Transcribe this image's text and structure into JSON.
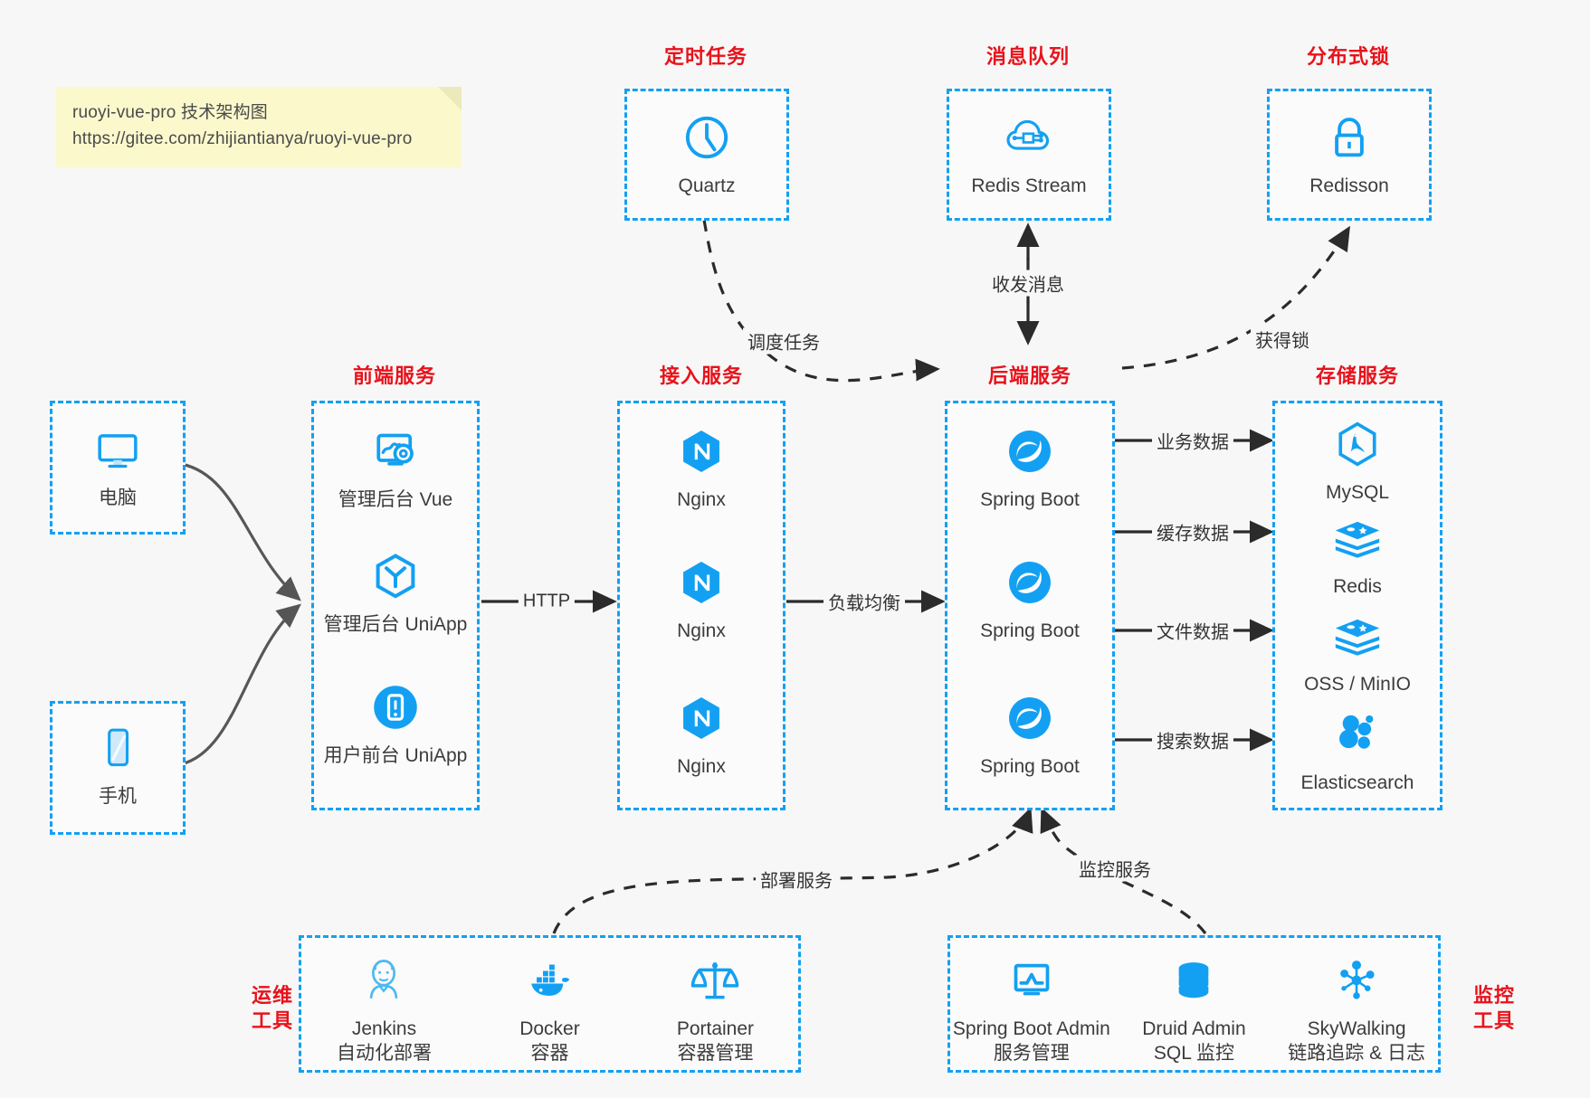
{
  "note": {
    "line1": "ruoyi-vue-pro 技术架构图",
    "line2": "https://gitee.com/zhijiantianya/ruoyi-vue-pro"
  },
  "groups": {
    "scheduler": "定时任务",
    "mq": "消息队列",
    "lock": "分布式锁",
    "frontend": "前端服务",
    "gateway": "接入服务",
    "backend": "后端服务",
    "storage": "存储服务",
    "devops_line1": "运维",
    "devops_line2": "工具",
    "monitor_line1": "监控",
    "monitor_line2": "工具"
  },
  "clients": [
    {
      "icon": "desktop-icon",
      "label": "电脑"
    },
    {
      "icon": "mobile-icon",
      "label": "手机"
    }
  ],
  "scheduler_nodes": [
    {
      "icon": "clock-icon",
      "label": "Quartz"
    }
  ],
  "mq_nodes": [
    {
      "icon": "cloud-stream-icon",
      "label": "Redis Stream"
    }
  ],
  "lock_nodes": [
    {
      "icon": "lock-icon",
      "label": "Redisson"
    }
  ],
  "frontend_nodes": [
    {
      "icon": "dashboard-gear-icon",
      "label": "管理后台 Vue"
    },
    {
      "icon": "uniapp-hexagon-icon",
      "label": "管理后台 UniApp"
    },
    {
      "icon": "phone-app-icon",
      "label": "用户前台 UniApp"
    }
  ],
  "gateway_nodes": [
    {
      "icon": "nginx-icon",
      "label": "Nginx"
    },
    {
      "icon": "nginx-icon",
      "label": "Nginx"
    },
    {
      "icon": "nginx-icon",
      "label": "Nginx"
    }
  ],
  "backend_nodes": [
    {
      "icon": "spring-boot-icon",
      "label": "Spring Boot"
    },
    {
      "icon": "spring-boot-icon",
      "label": "Spring Boot"
    },
    {
      "icon": "spring-boot-icon",
      "label": "Spring Boot"
    }
  ],
  "storage_nodes": [
    {
      "icon": "mysql-icon",
      "label": "MySQL"
    },
    {
      "icon": "redis-icon",
      "label": "Redis"
    },
    {
      "icon": "oss-minio-icon",
      "label": "OSS / MinIO"
    },
    {
      "icon": "elasticsearch-icon",
      "label": "Elasticsearch"
    }
  ],
  "devops_nodes": [
    {
      "icon": "jenkins-icon",
      "label": "Jenkins",
      "sub": "自动化部署"
    },
    {
      "icon": "docker-icon",
      "label": "Docker",
      "sub": "容器"
    },
    {
      "icon": "portainer-icon",
      "label": "Portainer",
      "sub": "容器管理"
    }
  ],
  "monitor_nodes": [
    {
      "icon": "spring-boot-admin-icon",
      "label": "Spring Boot Admin",
      "sub": "服务管理"
    },
    {
      "icon": "druid-db-icon",
      "label": "Druid Admin",
      "sub": "SQL 监控"
    },
    {
      "icon": "skywalking-icon",
      "label": "SkyWalking",
      "sub": "链路追踪 & 日志"
    }
  ],
  "edges": [
    {
      "id": "http",
      "label": "HTTP"
    },
    {
      "id": "loadbalance",
      "label": "负载均衡"
    },
    {
      "id": "schedule",
      "label": "调度任务"
    },
    {
      "id": "messaging",
      "label": "收发消息"
    },
    {
      "id": "acquire-lock",
      "label": "获得锁"
    },
    {
      "id": "business-data",
      "label": "业务数据"
    },
    {
      "id": "cache-data",
      "label": "缓存数据"
    },
    {
      "id": "file-data",
      "label": "文件数据"
    },
    {
      "id": "search-data",
      "label": "搜索数据"
    },
    {
      "id": "deploy-service",
      "label": "部署服务"
    },
    {
      "id": "monitor-service",
      "label": "监控服务"
    }
  ],
  "colors": {
    "accent_blue": "#13a0f2",
    "title_red": "#e8121b",
    "note_yellow": "#fbf8cc",
    "background": "#f7f7f7",
    "text": "#3c3c3c",
    "wire": "#4a4a4a"
  }
}
